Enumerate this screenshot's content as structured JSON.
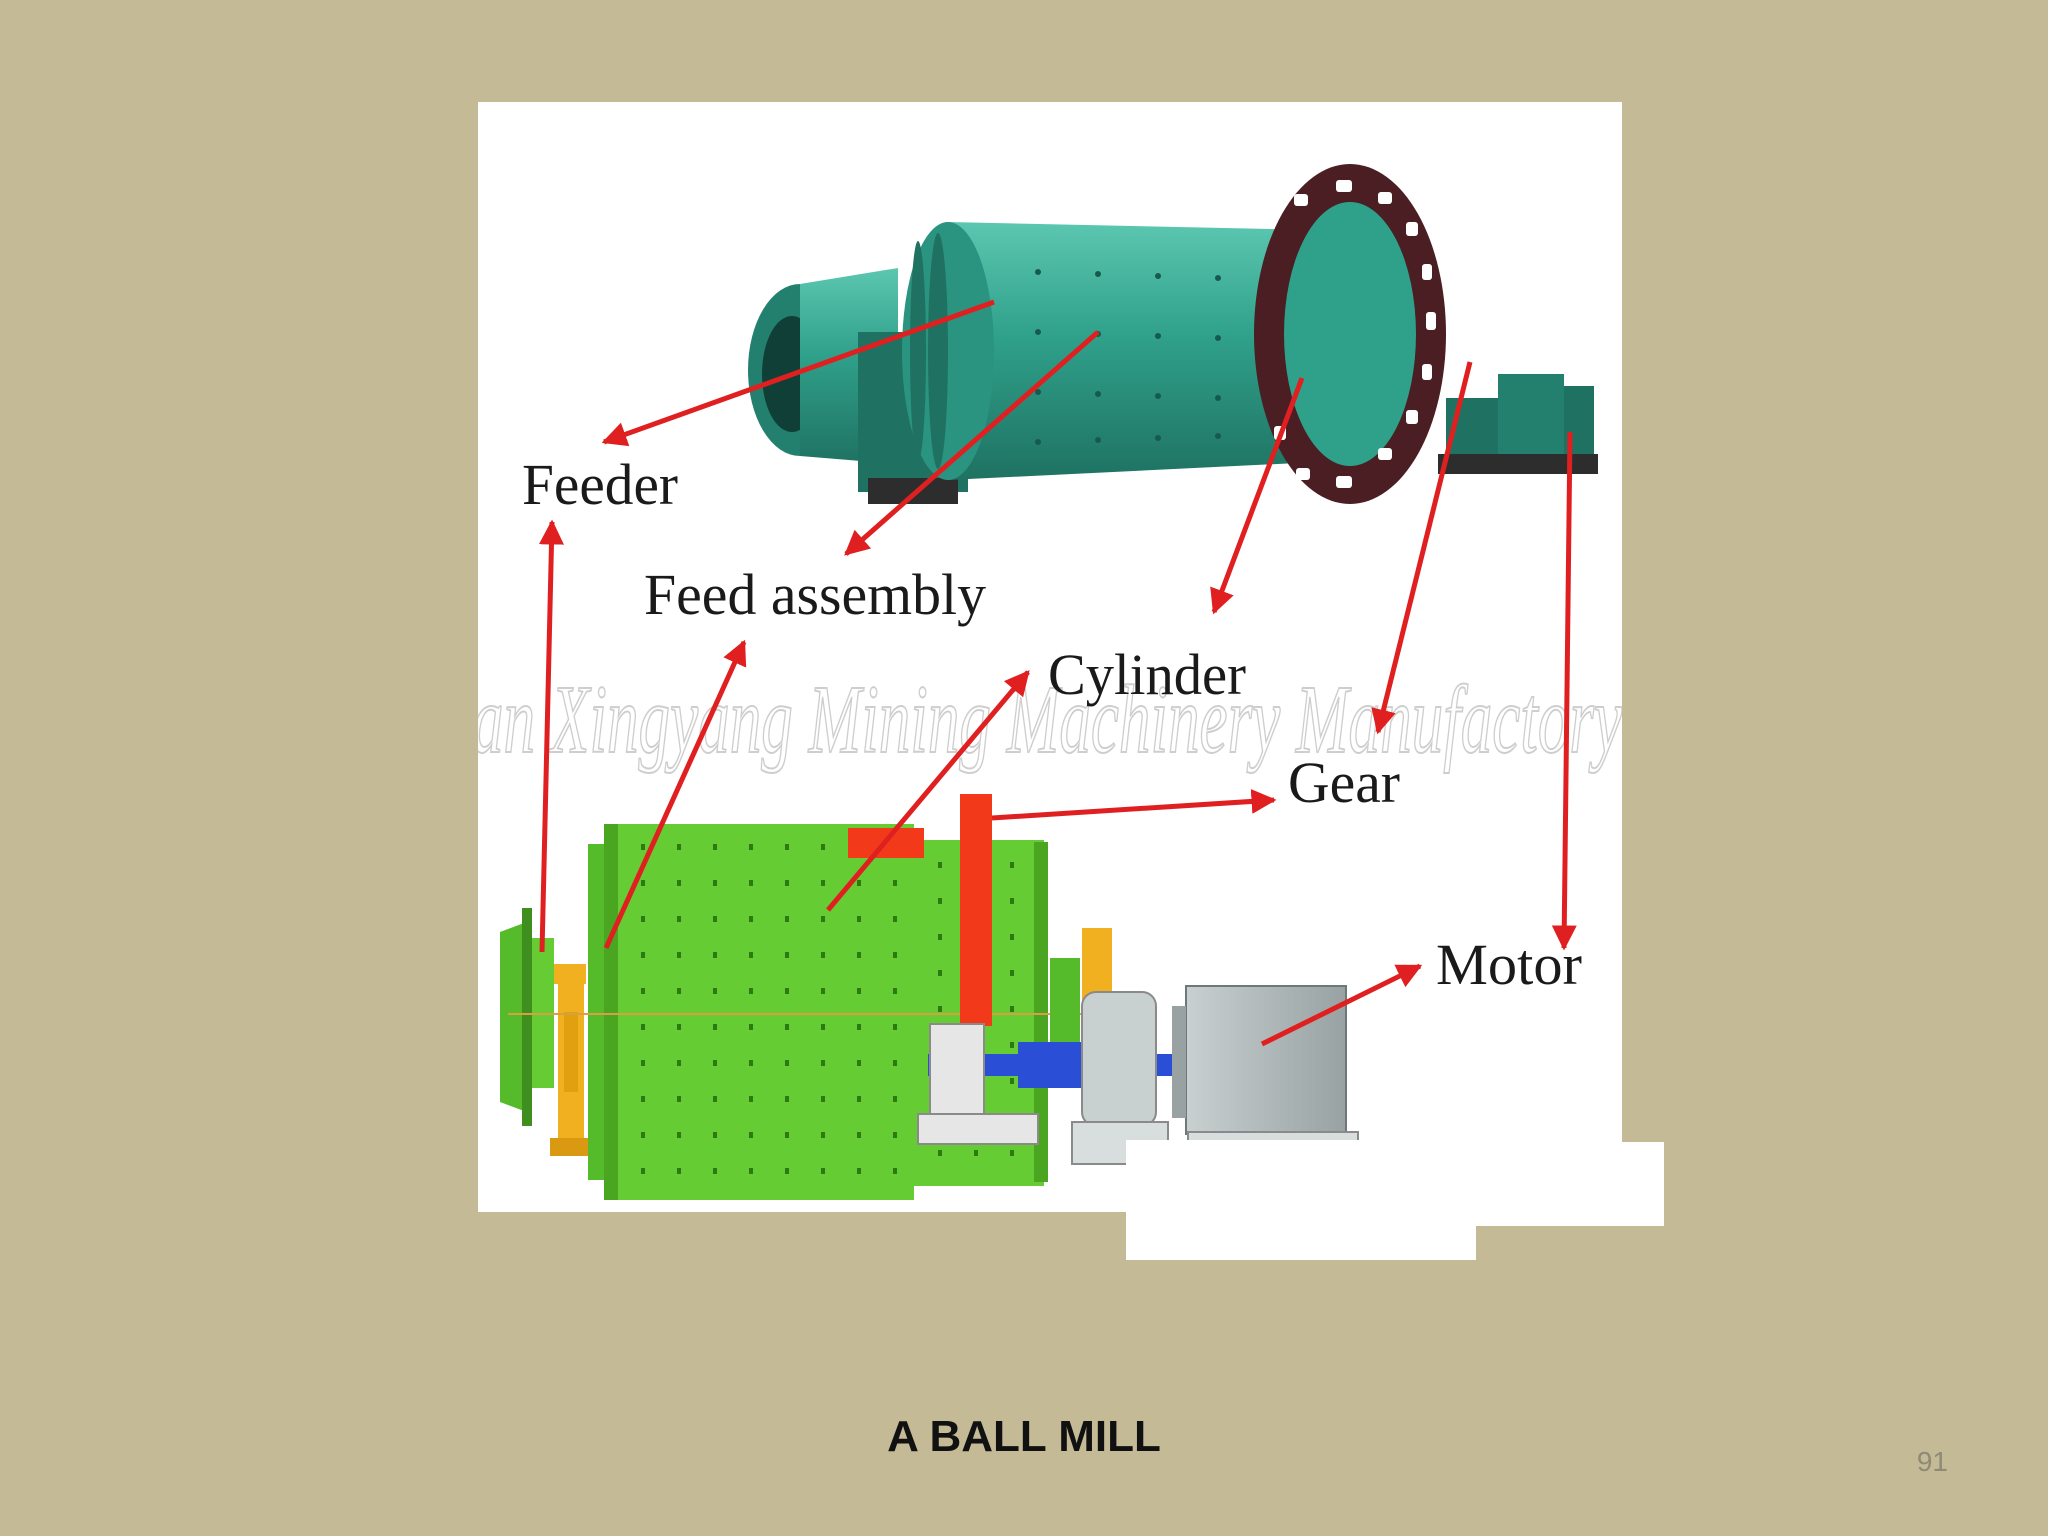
{
  "diagram": {
    "labels": {
      "feeder": "Feeder",
      "feed_assembly": "Feed assembly",
      "cylinder": "Cylinder",
      "gear": "Gear",
      "motor": "Motor"
    },
    "watermark": "an Xingyang Mining Machinery Manufactory",
    "colors": {
      "arrow": "#e02020",
      "drum_photo": "#2fa08a",
      "drum_schematic": "#66cc33",
      "gear_ring": "#4a1e22",
      "bearing": "#f0b020",
      "shaft": "#2a4fd6",
      "motor": "#b4bcbc"
    }
  },
  "caption": "A BALL MILL",
  "page_number": "91",
  "colors": {
    "background": "#c4bb96",
    "figure_background": "#ffffff"
  }
}
